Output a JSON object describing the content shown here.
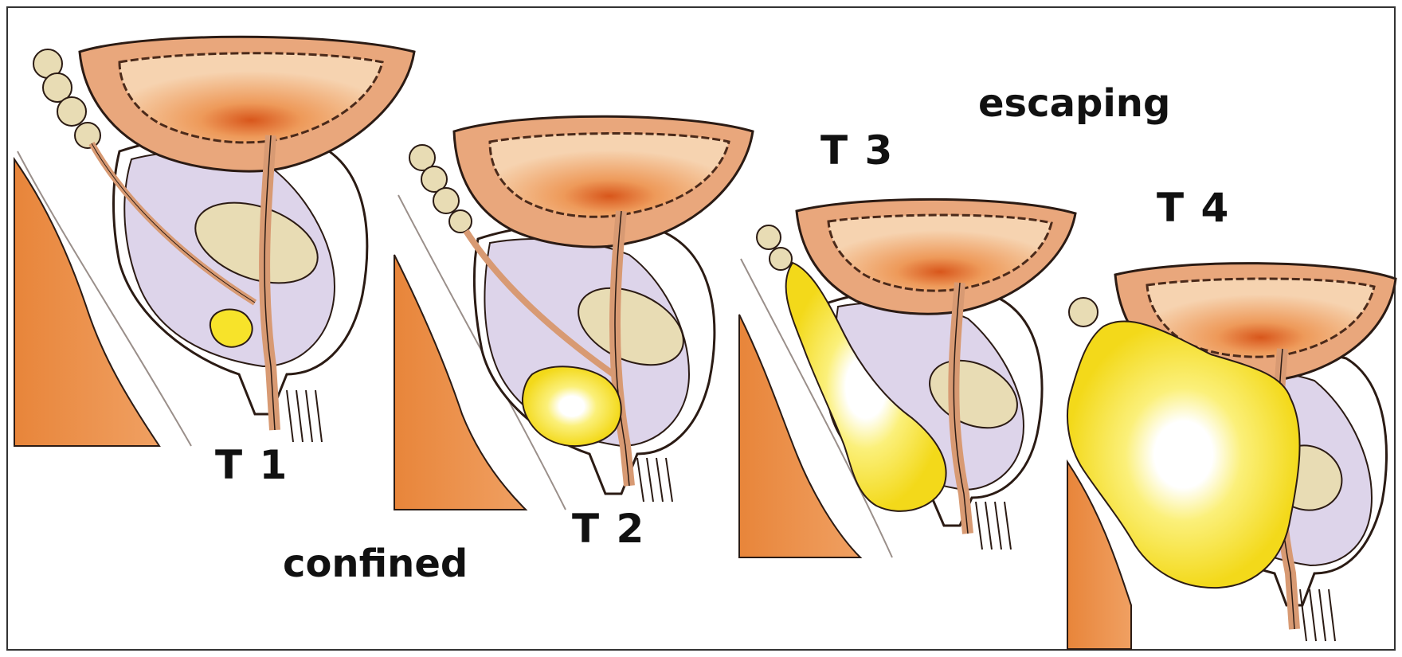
{
  "labels": {
    "group_confined": "confined",
    "group_escaping": "escaping",
    "stage_t1": "T 1",
    "stage_t2": "T 2",
    "stage_t3": "T 3",
    "stage_t4": "T 4"
  },
  "colors": {
    "skin": "#e8853a",
    "skin_light": "#f3b07a",
    "bladder": "#e9a77c",
    "bladder_inner": "#f6d3b0",
    "bladder_center": "#d8561b",
    "prostate": "#ddd4ea",
    "seminal": "#e8dcb4",
    "urethra": "#d89a73",
    "tumor": "#f7e32a",
    "tumor_core": "#ffffff",
    "outline": "#2b1b14"
  },
  "stages": [
    {
      "id": "T1",
      "tumor_size": "small"
    },
    {
      "id": "T2",
      "tumor_size": "medium"
    },
    {
      "id": "T3",
      "tumor_size": "large"
    },
    {
      "id": "T4",
      "tumor_size": "very-large"
    }
  ]
}
